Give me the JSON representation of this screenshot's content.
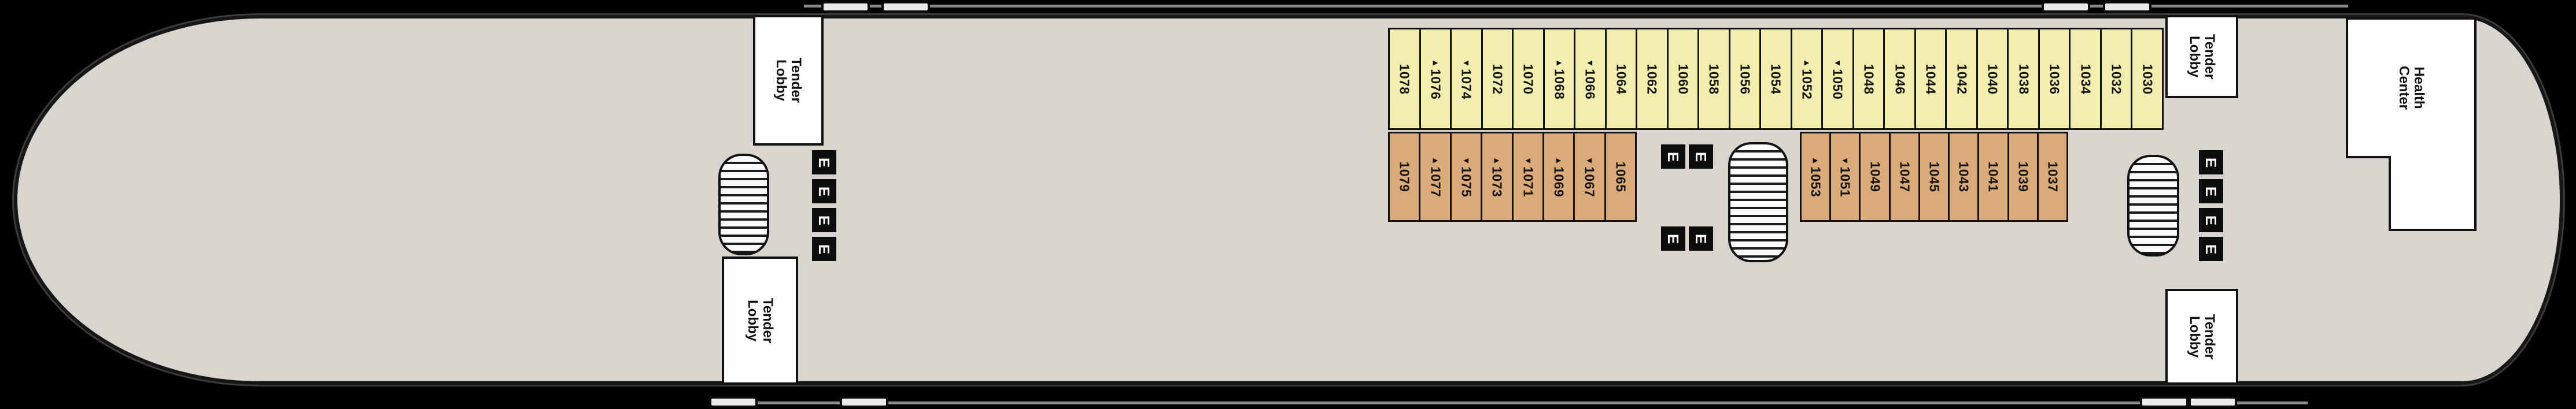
{
  "colors": {
    "background": "#000000",
    "hull_fill": "#d9d4ce",
    "cabin_yellow": "#f2eeae",
    "cabin_tan": "#dbaa79",
    "cutout_white": "#fdfdfd",
    "elevator_black": "#0d0d0d"
  },
  "labels": {
    "tender_lobby": "Tender Lobby",
    "health_center": "Health Center",
    "elevator": "E"
  },
  "cabins": {
    "top_row": [
      {
        "number": "1078",
        "marker": ""
      },
      {
        "number": "1076",
        "marker": "▲"
      },
      {
        "number": "1074",
        "marker": "▼"
      },
      {
        "number": "1072",
        "marker": ""
      },
      {
        "number": "1070",
        "marker": ""
      },
      {
        "number": "1068",
        "marker": "▲"
      },
      {
        "number": "1066",
        "marker": "▼"
      },
      {
        "number": "1064",
        "marker": ""
      },
      {
        "number": "1062",
        "marker": ""
      },
      {
        "number": "1060",
        "marker": ""
      },
      {
        "number": "1058",
        "marker": ""
      },
      {
        "number": "1056",
        "marker": ""
      },
      {
        "number": "1054",
        "marker": ""
      },
      {
        "number": "1052",
        "marker": "▲"
      },
      {
        "number": "1050",
        "marker": "▼"
      },
      {
        "number": "1048",
        "marker": ""
      },
      {
        "number": "1046",
        "marker": ""
      },
      {
        "number": "1044",
        "marker": ""
      },
      {
        "number": "1042",
        "marker": ""
      },
      {
        "number": "1040",
        "marker": ""
      },
      {
        "number": "1038",
        "marker": ""
      },
      {
        "number": "1036",
        "marker": ""
      },
      {
        "number": "1034",
        "marker": ""
      },
      {
        "number": "1032",
        "marker": ""
      },
      {
        "number": "1030",
        "marker": ""
      }
    ],
    "bottom_row_left": [
      {
        "number": "1079",
        "marker": ""
      },
      {
        "number": "1077",
        "marker": "▲"
      },
      {
        "number": "1075",
        "marker": "▼"
      },
      {
        "number": "1073",
        "marker": "▲"
      },
      {
        "number": "1071",
        "marker": "▼"
      },
      {
        "number": "1069",
        "marker": "▲"
      },
      {
        "number": "1067",
        "marker": "▼"
      },
      {
        "number": "1065",
        "marker": ""
      }
    ],
    "bottom_row_right": [
      {
        "number": "1053",
        "marker": "▲"
      },
      {
        "number": "1051",
        "marker": "▼"
      },
      {
        "number": "1049",
        "marker": ""
      },
      {
        "number": "1047",
        "marker": ""
      },
      {
        "number": "1045",
        "marker": ""
      },
      {
        "number": "1043",
        "marker": ""
      },
      {
        "number": "1041",
        "marker": ""
      },
      {
        "number": "1039",
        "marker": ""
      },
      {
        "number": "1037",
        "marker": ""
      }
    ]
  }
}
